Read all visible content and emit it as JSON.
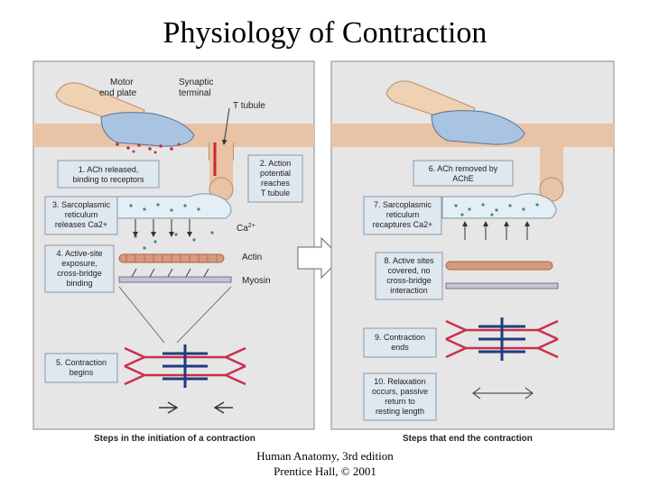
{
  "title": "Physiology of Contraction",
  "credit": {
    "line1": "Human Anatomy, 3rd edition",
    "line2": "Prentice Hall, © 2001"
  },
  "labels": {
    "motor_end_plate": [
      "Motor",
      "end plate"
    ],
    "synaptic_terminal": [
      "Synaptic",
      "terminal"
    ],
    "t_tubule": "T tubule",
    "ca": "Ca",
    "ca_sup": "2+",
    "actin": "Actin",
    "myosin": "Myosin"
  },
  "steps_left": [
    {
      "id": "step1",
      "lines": [
        "1. ACh released,",
        "binding to receptors"
      ]
    },
    {
      "id": "step2",
      "lines": [
        "2. Action",
        "potential",
        "reaches",
        "T tubule"
      ]
    },
    {
      "id": "step3",
      "lines": [
        "3. Sarcoplasmic",
        "reticulum",
        "releases Ca2+"
      ]
    },
    {
      "id": "step4",
      "lines": [
        "4. Active-site",
        "exposure,",
        "cross-bridge",
        "binding"
      ]
    },
    {
      "id": "step5",
      "lines": [
        "5. Contraction",
        "begins"
      ]
    }
  ],
  "steps_right": [
    {
      "id": "step6",
      "lines": [
        "6. ACh removed by",
        "AChE"
      ]
    },
    {
      "id": "step7",
      "lines": [
        "7. Sarcoplasmic",
        "reticulum",
        "recaptures Ca2+"
      ]
    },
    {
      "id": "step8",
      "lines": [
        "8. Active sites",
        "covered, no",
        "cross-bridge",
        "interaction"
      ]
    },
    {
      "id": "step9",
      "lines": [
        "9. Contraction",
        "ends"
      ]
    },
    {
      "id": "step10",
      "lines": [
        "10. Relaxation",
        "occurs, passive",
        "return to",
        "resting length"
      ]
    }
  ],
  "captions": {
    "left": "Steps in the initiation of a contraction",
    "right": "Steps that end the contraction"
  },
  "colors": {
    "panel_bg": "#e6e6e6",
    "box_fill": "#dfe7ef",
    "box_stroke": "#8a98a8",
    "nerve": "#efd2b4",
    "plate": "#a9c4e0",
    "membrane": "#e8c3a6",
    "sr": "#e3eef5",
    "actin": "#d69a7c",
    "thick": "#233a7e",
    "zline": "#c9314a"
  }
}
